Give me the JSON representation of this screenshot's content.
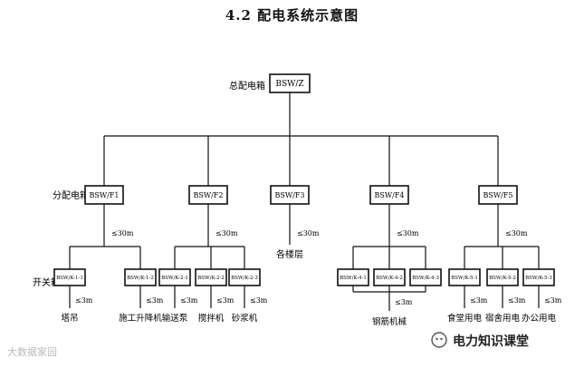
{
  "title": "4.2  配电系统示意图",
  "labels": {
    "main_box": "总配电箱",
    "dist_box": "分配电箱",
    "switch_box": "开关箱"
  },
  "main": {
    "code": "BSW/Z"
  },
  "distance": {
    "primary": "≤30m",
    "secondary": "≤3m"
  },
  "dist": [
    {
      "code": "BSW/F1",
      "switches": [
        {
          "code": "BSW/K-1-1",
          "load": "塔吊"
        },
        {
          "code": "BSW/K-1-2",
          "load": "施工升降机"
        }
      ]
    },
    {
      "code": "BSW/F2",
      "switches": [
        {
          "code": "BSW/K-2-1",
          "load": "输送泵"
        },
        {
          "code": "BSW/K-2-2",
          "load": "搅拌机"
        },
        {
          "code": "BSW/K-2-3",
          "load": "砂浆机"
        }
      ]
    },
    {
      "code": "BSW/F3",
      "floor_label": "各楼层",
      "switches": []
    },
    {
      "code": "BSW/F4",
      "group_load": "钢筋机械",
      "switches": [
        {
          "code": "BSW/K-4-1"
        },
        {
          "code": "BSW/K-4-2"
        },
        {
          "code": "BSW/K-4-3"
        }
      ]
    },
    {
      "code": "BSW/F5",
      "switches": [
        {
          "code": "BSW/K-5-1",
          "load": "食堂用电"
        },
        {
          "code": "BSW/K-5-2",
          "load": "宿舍用电"
        },
        {
          "code": "BSW/K-5-3",
          "load": "办公用电"
        }
      ]
    }
  ],
  "watermark": {
    "left": "大数据家园",
    "right": "电力知识课堂"
  }
}
